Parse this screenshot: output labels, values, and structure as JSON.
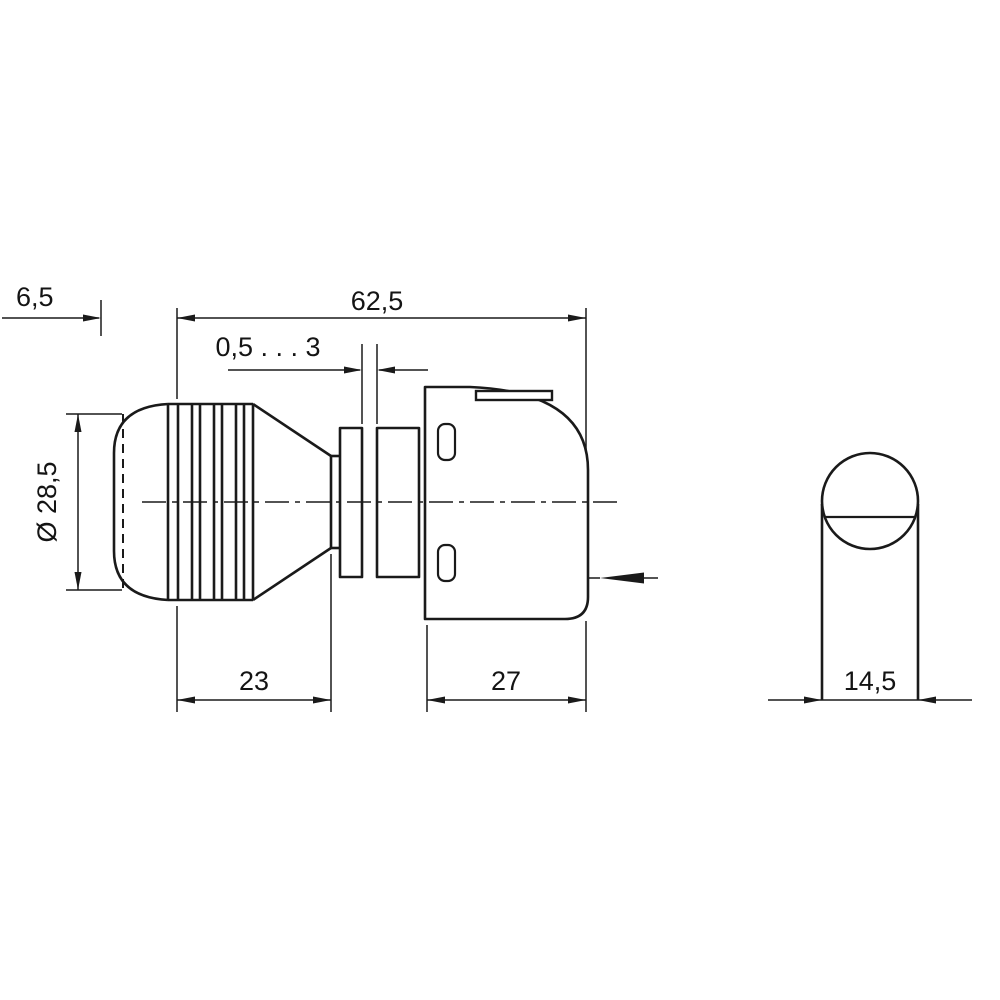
{
  "page": {
    "background": "#ffffff",
    "line_color": "#1a1a1a"
  },
  "dimensions": {
    "knob_travel": "6,5",
    "overall_length": "62,5",
    "panel_thickness_range": "0,5 . . . 3",
    "knob_diameter": "Ø 28,5",
    "knob_length": "23",
    "housing_length": "27",
    "stem_width": "14,5"
  }
}
